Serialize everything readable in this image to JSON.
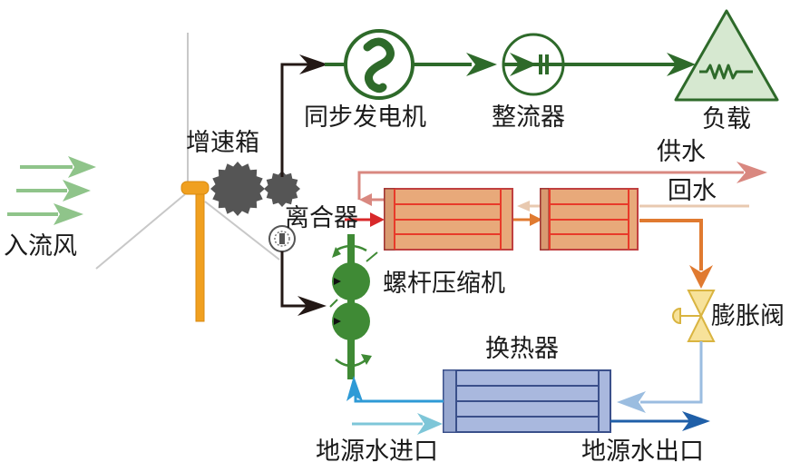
{
  "diagram": {
    "title": "",
    "labels": {
      "wind_in": "入流风",
      "gearbox": "增速箱",
      "generator": "同步发电机",
      "rectifier": "整流器",
      "load": "负载",
      "supply_water": "供水",
      "return_water": "回水",
      "clutch": "离合器",
      "compressor": "螺杆压缩机",
      "expansion_valve": "膨胀阀",
      "heat_exchanger": "换热器",
      "ground_water_in": "地源水进口",
      "ground_water_out": "地源水出口"
    },
    "colors": {
      "wind_arrow": "#8fc48a",
      "turbine_tower": "#f0a020",
      "gear": "#555555",
      "mech_shaft": "#231815",
      "electric_line": "#2e6a2a",
      "load_fill": "#d6e8d0",
      "condenser_fill": "#e8a97a",
      "condenser_line": "#e83a2a",
      "supply_water": "#d98880",
      "return_water": "#e8c9b0",
      "refrigerant_hot": "#e07a30",
      "compressor": "#3f8a35",
      "valve_fill": "#f7e29a",
      "valve_stroke": "#d9b440",
      "evaporator_fill": "#a9b8de",
      "evaporator_line": "#3a4f8a",
      "cold_pipe": "#9bbde0",
      "ground_in": "#7ec6d8",
      "ground_out": "#1f5fa8",
      "compressor_inlet": "#2e9ad6"
    }
  }
}
